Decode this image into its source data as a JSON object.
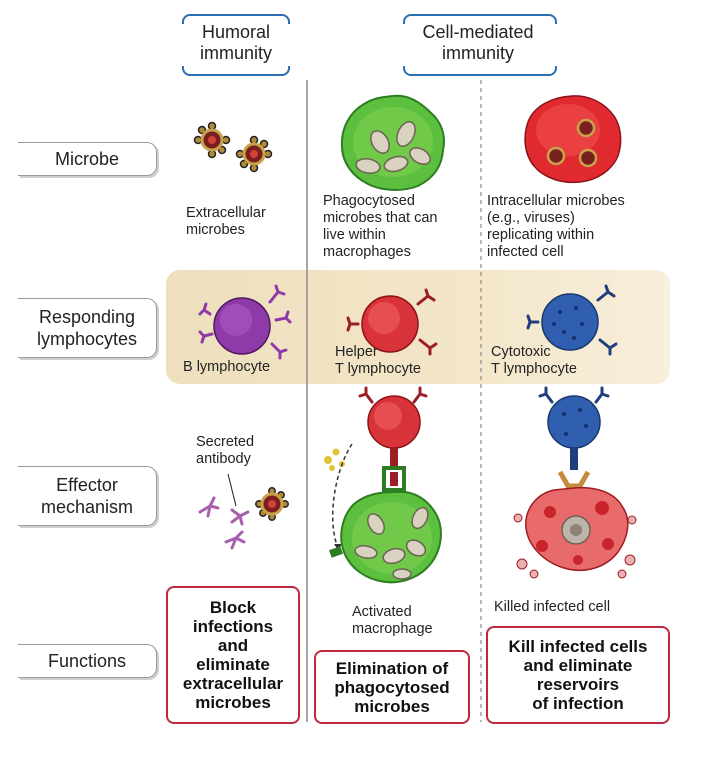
{
  "headers": {
    "humoral": "Humoral\nimmunity",
    "cell_mediated": "Cell-mediated\nimmunity"
  },
  "rows": {
    "microbe": "Microbe",
    "responding": "Responding\nlymphocytes",
    "effector": "Effector\nmechanism",
    "functions": "Functions"
  },
  "captions": {
    "extracellular": "Extracellular\nmicrobes",
    "phagocytosed": "Phagocytosed\nmicrobes that can\nlive within\nmacrophages",
    "intracellular": "Intracellular microbes\n(e.g., viruses)\nreplicating within\ninfected cell",
    "b_lymphocyte": "B lymphocyte",
    "helper_t": "Helper\nT lymphocyte",
    "cytotoxic_t": "Cytotoxic\nT lymphocyte",
    "secreted_antibody": "Secreted\nantibody",
    "activated_macrophage": "Activated\nmacrophage",
    "killed_cell": "Killed infected cell"
  },
  "functions": {
    "humoral": "Block\ninfections\nand\neliminate\nextracellular\nmicrobes",
    "phagocytosed": "Elimination of\nphagocytosed\nmicrobes",
    "cytotoxic": "Kill infected cells\nand eliminate\nreservoirs\nof infection"
  },
  "colors": {
    "accent_blue": "#2b6fb0",
    "function_border": "#c0283f",
    "band": "#f0e2c4",
    "b_cell": "#8e3aa8",
    "helper_t": "#d8323a",
    "cytotoxic_t": "#2f5fae",
    "macrophage": "#4aa83a",
    "infected_cell": "#d8262e"
  }
}
